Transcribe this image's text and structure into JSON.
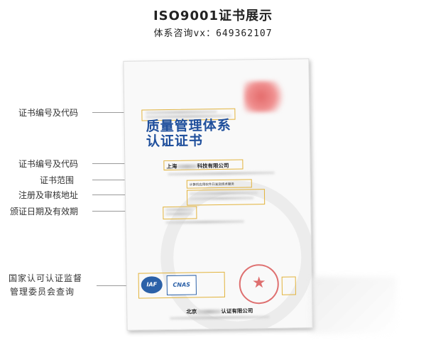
{
  "page": {
    "title": "ISO9001证书展示",
    "subtitle": "体系咨询vx：649362107"
  },
  "callouts": [
    "证书编号及代码",
    "证书编号及代码",
    "证书范围",
    "注册及审核地址",
    "颁证日期及有效期"
  ],
  "bottom_callout": {
    "line1": "国家认可认证监督",
    "line2": "管理委员会查询"
  },
  "certificate": {
    "title_line1": "质量管理体系",
    "title_line2": "认证证书",
    "company_prefix": "上海",
    "company_suffix": "科技有限公司",
    "scope": "计算机应用软件开发及技术服务",
    "iaf_logo": "IAF",
    "cnas_logo": "CNAS",
    "issuer_prefix": "北京",
    "issuer_suffix": "认证有限公司"
  },
  "colors": {
    "highlight_box": "#e2b33c",
    "cert_title": "#1f4f9c",
    "seal": "#d84d4d"
  }
}
